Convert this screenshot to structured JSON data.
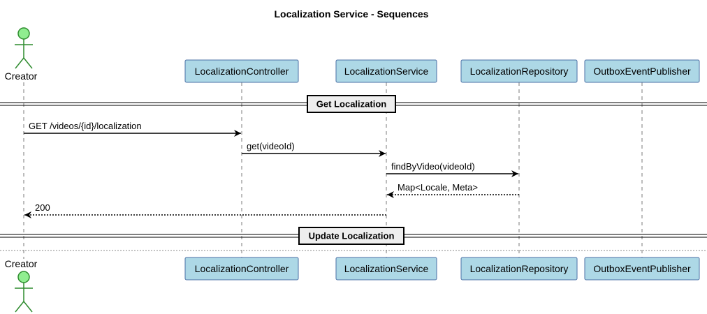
{
  "title": "Localization Service - Sequences",
  "colors": {
    "actor_fill": "#90EE90",
    "actor_stroke": "#2E8B2E",
    "participant_fill": "#ADD8E6",
    "participant_stroke": "#4A6FA5",
    "line": "#000000",
    "lifeline": "#7a7a7a",
    "divider_box_fill": "#EEEEEE"
  },
  "participants": [
    {
      "id": "creator",
      "label": "Creator",
      "kind": "actor"
    },
    {
      "id": "controller",
      "label": "LocalizationController",
      "kind": "participant"
    },
    {
      "id": "service",
      "label": "LocalizationService",
      "kind": "participant"
    },
    {
      "id": "repository",
      "label": "LocalizationRepository",
      "kind": "participant"
    },
    {
      "id": "publisher",
      "label": "OutboxEventPublisher",
      "kind": "participant"
    }
  ],
  "dividers": [
    {
      "label": "Get Localization"
    },
    {
      "label": "Update Localization"
    }
  ],
  "messages": [
    {
      "from": "creator",
      "to": "controller",
      "label": "GET /videos/{id}/localization",
      "style": "solid"
    },
    {
      "from": "controller",
      "to": "service",
      "label": "get(videoId)",
      "style": "solid"
    },
    {
      "from": "service",
      "to": "repository",
      "label": "findByVideo(videoId)",
      "style": "solid"
    },
    {
      "from": "repository",
      "to": "service",
      "label": "Map<Locale, Meta>",
      "style": "dashed"
    },
    {
      "from": "service",
      "to": "creator",
      "label": "200",
      "style": "dashed"
    }
  ]
}
